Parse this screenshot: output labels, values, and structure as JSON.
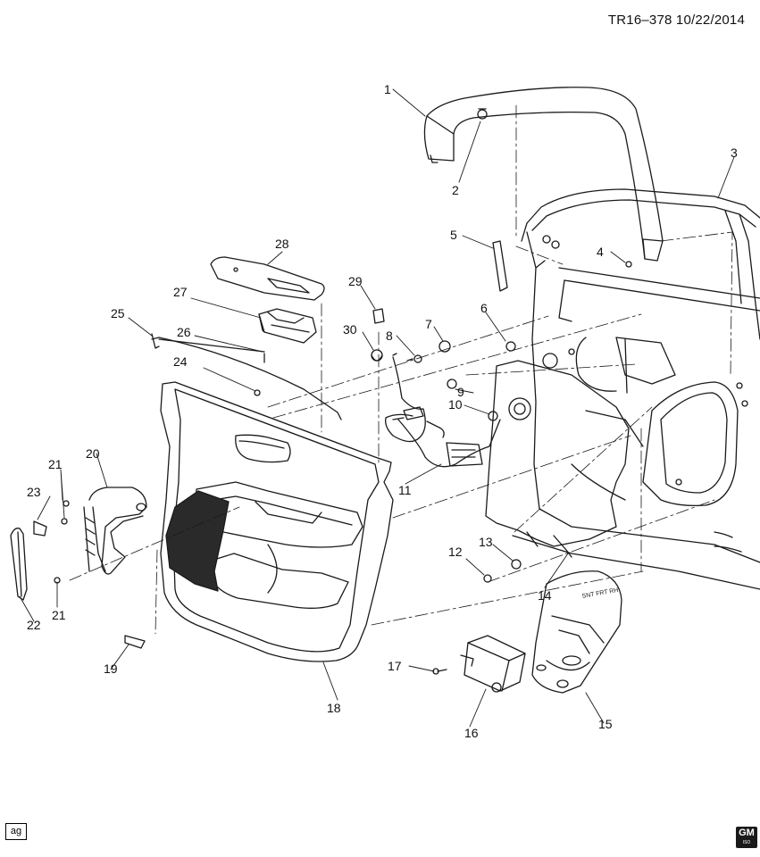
{
  "header": {
    "ref_code": "TR16–378  10/22/2014"
  },
  "footer": {
    "tag": "ag",
    "brand": "GM",
    "brand_sub": "ISO"
  },
  "part_label_text": "SNT FRT RH",
  "parts": [
    {
      "num": "1"
    },
    {
      "num": "2"
    },
    {
      "num": "3"
    },
    {
      "num": "4"
    },
    {
      "num": "5"
    },
    {
      "num": "6"
    },
    {
      "num": "7"
    },
    {
      "num": "8"
    },
    {
      "num": "9"
    },
    {
      "num": "10"
    },
    {
      "num": "11"
    },
    {
      "num": "12"
    },
    {
      "num": "13"
    },
    {
      "num": "14"
    },
    {
      "num": "15"
    },
    {
      "num": "16"
    },
    {
      "num": "17"
    },
    {
      "num": "18"
    },
    {
      "num": "19"
    },
    {
      "num": "20"
    },
    {
      "num": "21"
    },
    {
      "num": "21"
    },
    {
      "num": "22"
    },
    {
      "num": "23"
    },
    {
      "num": "24"
    },
    {
      "num": "25"
    },
    {
      "num": "26"
    },
    {
      "num": "27"
    },
    {
      "num": "28"
    },
    {
      "num": "29"
    },
    {
      "num": "30"
    }
  ],
  "colors": {
    "line": "#1a1a1a",
    "paper": "#ffffff",
    "shade": "#2a2a2a"
  }
}
